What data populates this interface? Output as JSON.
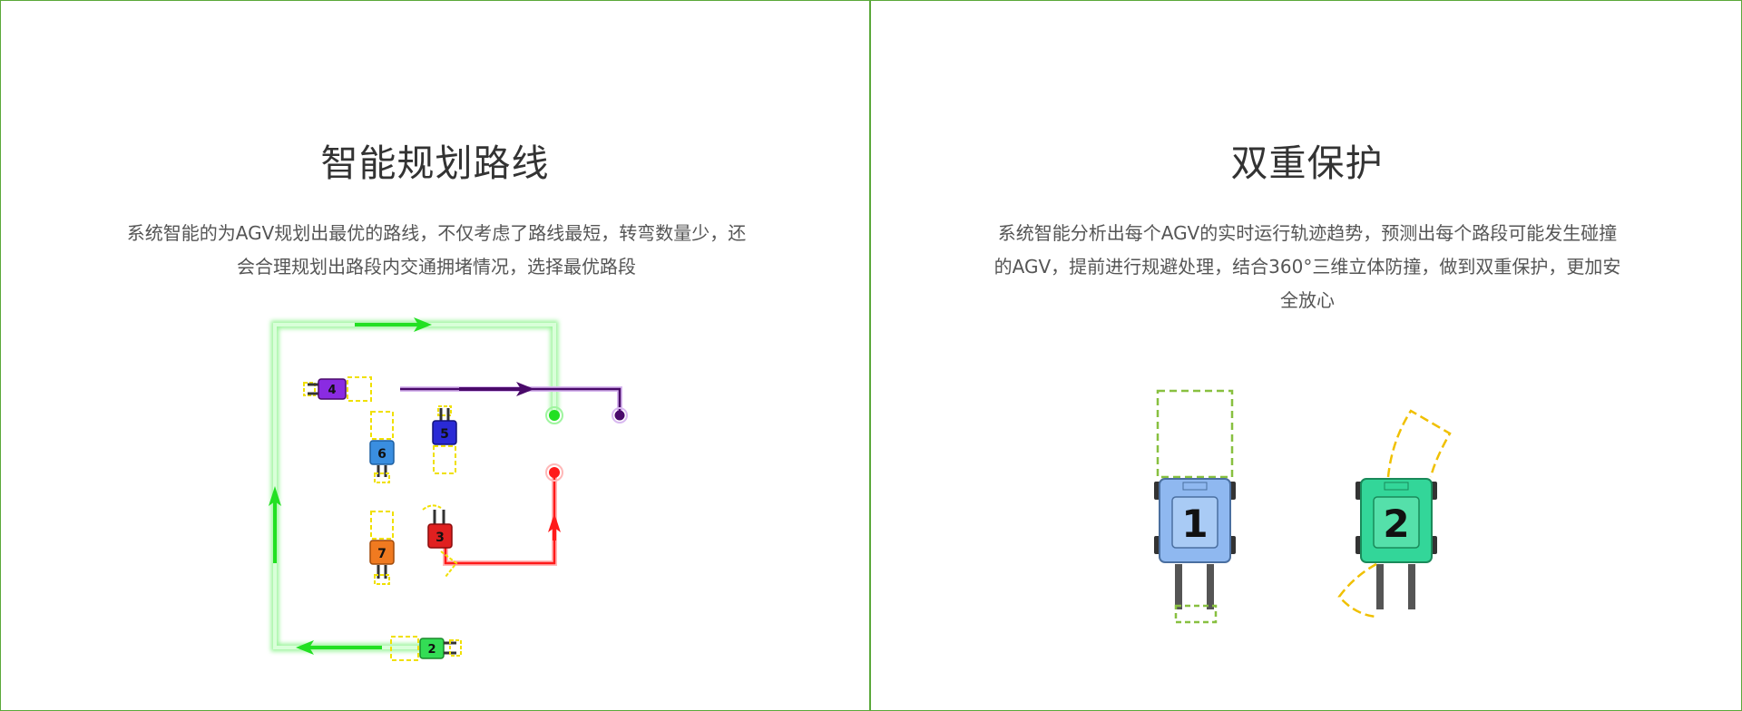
{
  "left_panel": {
    "title": "智能规划路线",
    "description": "系统智能的为AGV规划出最优的路线，不仅考虑了路线最短，转弯数量少，还会合理规划出路段内交通拥堵情况，选择最优路段",
    "agv_labels": [
      "4",
      "6",
      "5",
      "7",
      "3",
      "2"
    ]
  },
  "right_panel": {
    "title": "双重保护",
    "description": "系统智能分析出每个AGV的实时运行轨迹趋势，预测出每个路段可能发生碰撞的AGV，提前进行规避处理，结合360°三维立体防撞，做到双重保护，更加安全放心",
    "agv_labels": [
      "1",
      "2"
    ]
  },
  "colors": {
    "border": "#5aa83a",
    "route_green": "#22e022",
    "route_purple": "#4a0a6a",
    "route_red": "#ff1a1a",
    "zone_yellow": "#f0e000",
    "agv_blue": "#8fb8f0",
    "agv_teal": "#33d699"
  }
}
